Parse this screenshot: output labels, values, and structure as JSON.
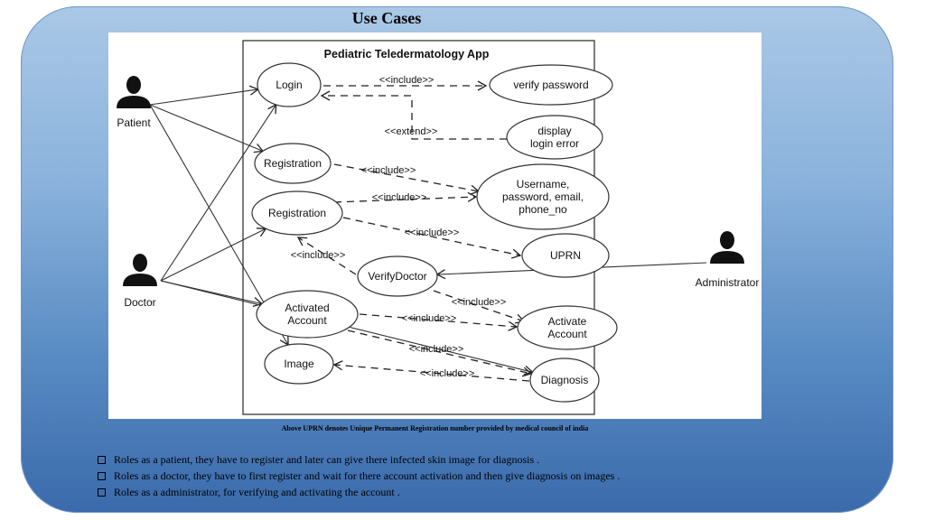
{
  "slide": {
    "title": "Use Cases",
    "footnote": "Above UPRN denotes Unique Permanent Registration number provided by medical council of india",
    "roles": [
      "Roles as a patient, they have to register and later can give there infected skin image for diagnosis .",
      "Roles as a doctor, they have to first register and wait for there account activation and then give diagnosis on images .",
      "Roles as a administrator, for verifying and activating the account ."
    ]
  },
  "diagram": {
    "system_title": "Pediatric Teledermatology App",
    "actors": [
      {
        "id": "patient",
        "label": "Patient"
      },
      {
        "id": "doctor",
        "label": "Doctor"
      },
      {
        "id": "admin",
        "label": "Administrator"
      }
    ],
    "use_cases": [
      {
        "id": "login",
        "lines": [
          "Login"
        ]
      },
      {
        "id": "verify_password",
        "lines": [
          "verify password"
        ]
      },
      {
        "id": "display_login_error",
        "lines": [
          "display",
          "login error"
        ]
      },
      {
        "id": "registration_patient",
        "lines": [
          "Registration"
        ]
      },
      {
        "id": "credentials",
        "lines": [
          "Username,",
          "password, email,",
          "phone_no"
        ]
      },
      {
        "id": "registration_doctor",
        "lines": [
          "Registration"
        ]
      },
      {
        "id": "uprn",
        "lines": [
          "UPRN"
        ]
      },
      {
        "id": "verify_doctor",
        "lines": [
          "VerifyDoctor"
        ]
      },
      {
        "id": "activated_account",
        "lines": [
          "Activated",
          "Account"
        ]
      },
      {
        "id": "activate_account",
        "lines": [
          "Activate",
          "Account"
        ]
      },
      {
        "id": "image",
        "lines": [
          "Image"
        ]
      },
      {
        "id": "diagnosis",
        "lines": [
          "Diagnosis"
        ]
      }
    ],
    "associations": [
      {
        "from": "patient",
        "to": "login"
      },
      {
        "from": "patient",
        "to": "registration_patient"
      },
      {
        "from": "patient",
        "to": "image"
      },
      {
        "from": "doctor",
        "to": "login"
      },
      {
        "from": "doctor",
        "to": "registration_doctor"
      },
      {
        "from": "doctor",
        "to": "activated_account"
      },
      {
        "from": "doctor",
        "to": "diagnosis"
      },
      {
        "from": "admin",
        "to": "verify_doctor"
      }
    ],
    "relations": [
      {
        "from": "login",
        "to": "verify_password",
        "label": "<<include>>"
      },
      {
        "from": "display_login_error",
        "to": "login",
        "label": "<<extend>>"
      },
      {
        "from": "registration_patient",
        "to": "credentials",
        "label": "<<include>>"
      },
      {
        "from": "registration_doctor",
        "to": "credentials",
        "label": "<<include>>"
      },
      {
        "from": "registration_doctor",
        "to": "uprn",
        "label": "<<include>>"
      },
      {
        "from": "verify_doctor",
        "to": "registration_doctor",
        "label": "<<include>>"
      },
      {
        "from": "verify_doctor",
        "to": "activate_account",
        "label": "<<include>>"
      },
      {
        "from": "activated_account",
        "to": "activate_account",
        "label": "<<include>>"
      },
      {
        "from": "activated_account",
        "to": "diagnosis",
        "label": "<<include>>"
      },
      {
        "from": "diagnosis",
        "to": "image",
        "label": "<<include>>"
      }
    ]
  }
}
